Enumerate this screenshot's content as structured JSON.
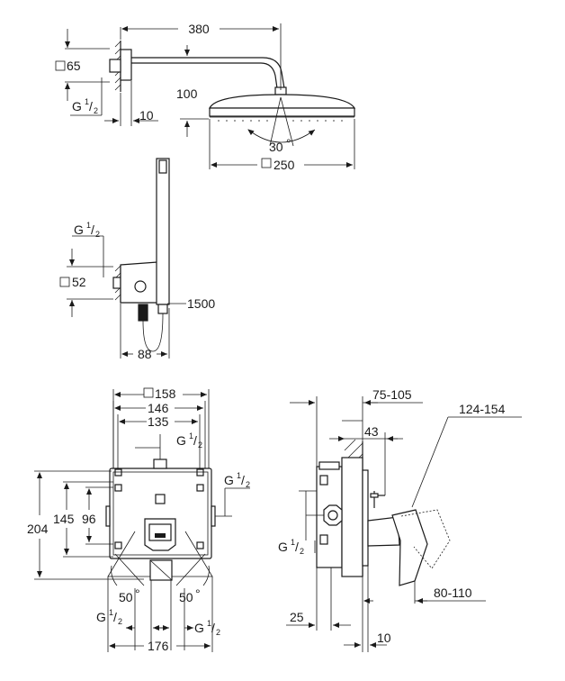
{
  "view_shower_head": {
    "width": "380",
    "flange": "65",
    "drop": "100",
    "thread": "G",
    "thread_frac_num": "1",
    "thread_frac_den": "2",
    "wall_offset": "10",
    "spray_angle": "30",
    "degree": "°",
    "head_size": "250"
  },
  "view_hand_shower": {
    "thread": "G",
    "thread_frac_num": "1",
    "thread_frac_den": "2",
    "flange": "52",
    "hose_length": "1500",
    "projection": "88"
  },
  "view_front_box": {
    "box_size": "158",
    "width_146": "146",
    "width_135": "135",
    "top_thread": "G",
    "right_thread": "G",
    "frac_num": "1",
    "frac_den": "2",
    "height_204": "204",
    "height_145": "145",
    "height_96": "96",
    "angle_left": "50",
    "angle_right": "50",
    "degree": "°",
    "bottom_left_thread": "G",
    "bottom_right_thread": "G",
    "width_176": "176"
  },
  "view_side": {
    "range_75_105": "75-105",
    "depth_43": "43",
    "range_124_154": "124-154",
    "thread": "G",
    "frac_num": "1",
    "frac_den": "2",
    "range_80_110": "80-110",
    "depth_25": "25",
    "depth_10": "10"
  }
}
